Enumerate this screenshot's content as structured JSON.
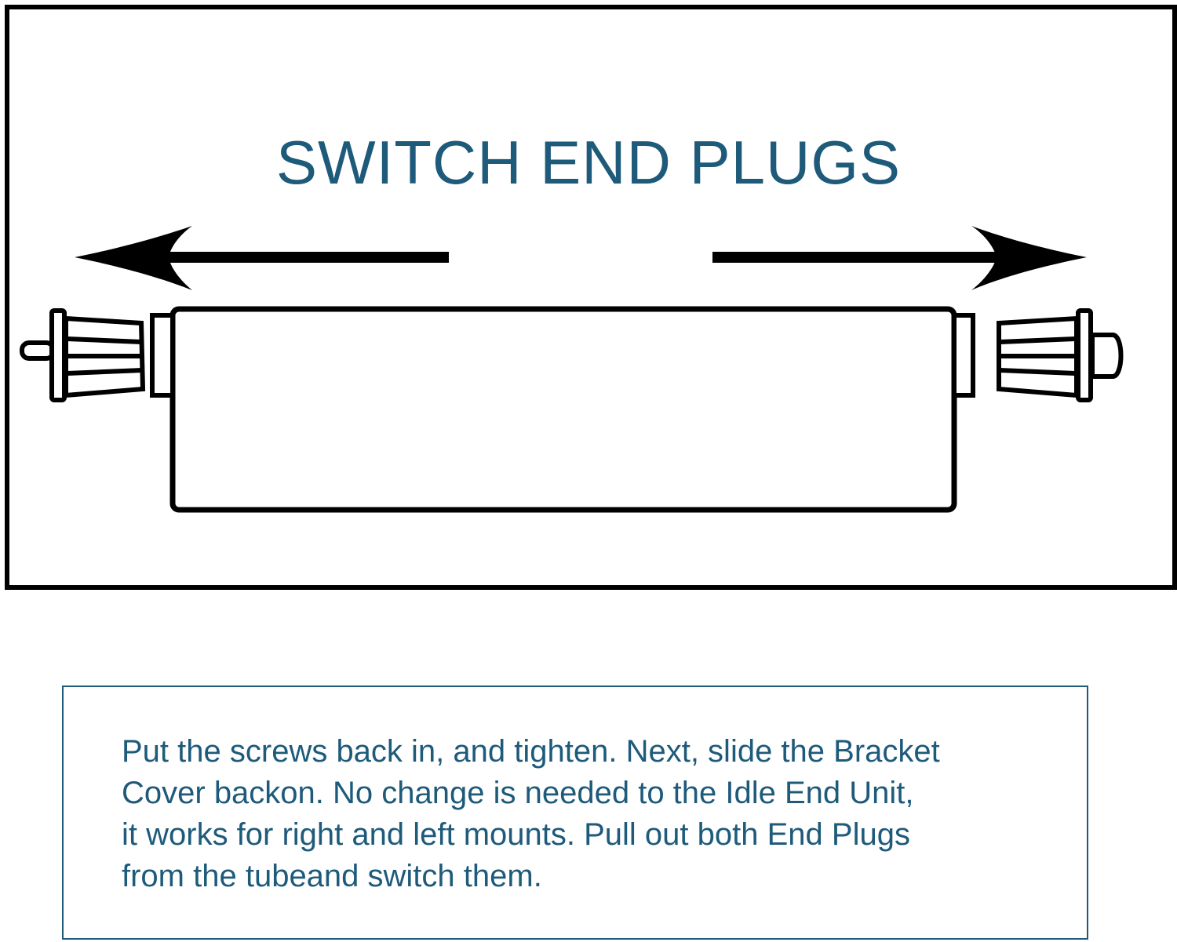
{
  "diagram": {
    "title": "SWITCH END PLUGS",
    "colors": {
      "title": "#1e5a7a",
      "lines": "#000000"
    }
  },
  "note": {
    "lines": [
      "Put the screws back in, and tighten. Next, slide the Bracket",
      "Cover backon. No change is needed to the Idle End Unit,",
      "it works for right and left mounts. Pull out both End Plugs",
      "from the tubeand switch them."
    ],
    "border_color": "#1e5a7a",
    "text_color": "#1e5a7a"
  }
}
